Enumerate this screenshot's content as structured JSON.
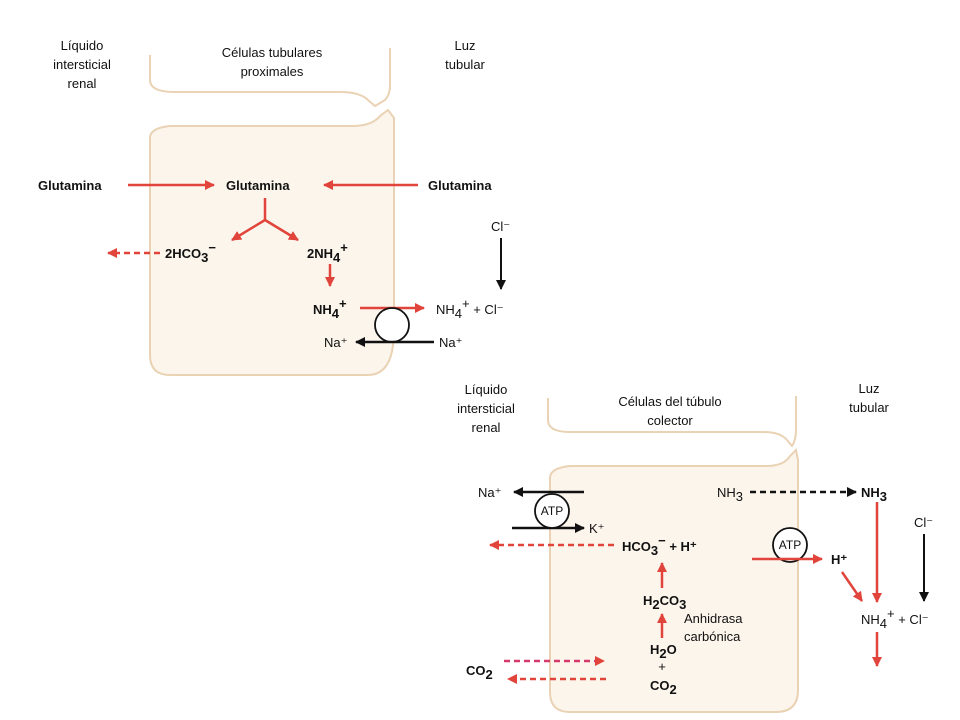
{
  "colors": {
    "red": "#e0443a",
    "black": "#111111",
    "membrane": "#ead2b4",
    "cell_fill": "#fcf5ec"
  },
  "top": {
    "interstitial_label": [
      "Líquido",
      "intersticial",
      "renal"
    ],
    "cell_label": [
      "Células tubulares",
      "proximales"
    ],
    "lumen_label": [
      "Luz",
      "tubular"
    ],
    "glutamine_left": "Glutamina",
    "glutamine_center": "Glutamina",
    "glutamine_right": "Glutamina",
    "bicarbonate": {
      "prefix": "2HCO",
      "sub": "3",
      "sup": "−"
    },
    "ammonium_2": {
      "prefix": "2NH",
      "sub": "4",
      "sup": "+"
    },
    "ammonium": {
      "prefix": "NH",
      "sub": "4",
      "sup": "+"
    },
    "ammonium_lumen": {
      "prefix": "NH",
      "sub": "4",
      "sup": "+",
      "suffix": " + Cl⁻"
    },
    "chloride": "Cl⁻",
    "sodium_lumen": "Na⁺",
    "sodium_cell": "Na⁺"
  },
  "bottom": {
    "interstitial_label": [
      "Líquido",
      "intersticial",
      "renal"
    ],
    "cell_label": [
      "Células del túbulo",
      "colector"
    ],
    "lumen_label": [
      "Luz",
      "tubular"
    ],
    "sodium": "Na⁺",
    "potassium": "K⁺",
    "atp_left": "ATP",
    "atp_right": "ATP",
    "bicarbonate": {
      "prefix": "HCO",
      "sub": "3",
      "sup": "−",
      "suffix": " + H⁺"
    },
    "ammonia_cell": {
      "prefix": "NH",
      "sub": "3"
    },
    "ammonia_lumen": {
      "prefix": "NH",
      "sub": "3"
    },
    "hydrogen": "H⁺",
    "chloride": "Cl⁻",
    "ammonium_lumen": {
      "prefix": "NH",
      "sub": "4",
      "sup": "+",
      "suffix": " + Cl⁻"
    },
    "carbonic_acid": {
      "a": "H",
      "sub1": "2",
      "b": "CO",
      "sub2": "3"
    },
    "enzyme": [
      "Anhidrasa",
      "carbónica"
    ],
    "water": {
      "a": "H",
      "sub": "2",
      "b": "O"
    },
    "plus": "+",
    "co2_cell": {
      "a": "CO",
      "sub": "2"
    },
    "co2_interstitial": {
      "a": "CO",
      "sub": "2"
    }
  }
}
